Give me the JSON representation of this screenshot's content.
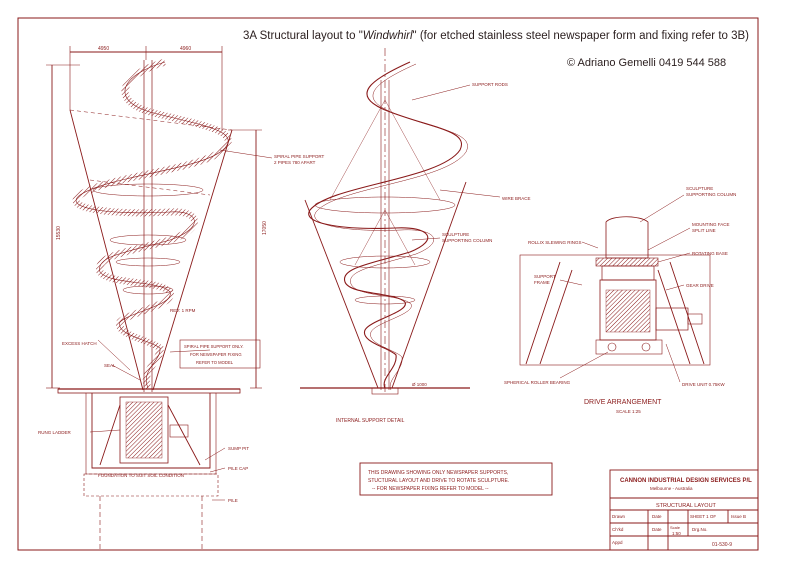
{
  "header": {
    "title_prefix": "3A Structural layout to \"",
    "title_artwork": "Windwhirl",
    "title_suffix": "\" (for etched stainless steel newspaper form and fixing refer to 3B)",
    "copyright": "© Adriano Gemelli 0419 544 588"
  },
  "elevation": {
    "dim_left": "4950",
    "dim_right": "4960",
    "dim_height_left": "15530",
    "dim_height_right": "17050",
    "rev_label": "REV: 1 RPM",
    "labels": {
      "spiral_pipe_1": "SPIRAL PIPE SUPPORT",
      "spiral_pipe_2": "2 PIPES 780 APART",
      "excess_hatch": "EXCESS HATCH",
      "seal": "SEAL",
      "spiral_only_1": "SPIRAL PIPE SUPPORT ONLY.",
      "spiral_only_2": "FOR NEWSPAPER FIXING",
      "spiral_only_3": "REFER TO MODEL",
      "rung_ladder": "RUNG LADDER",
      "sump_pit": "SUMP PIT",
      "foundation": "FOUNDATION TO SUIT SOIL CONDITION",
      "pile_cap": "PILE CAP",
      "pile": "PILE"
    }
  },
  "internal": {
    "support_rods": "SUPPORT RODS",
    "wire_brace": "WIRE BRACE",
    "column_1": "SCULPTURE",
    "column_2": "SUPPORTING COLUMN",
    "base_dim": "Ø 1000",
    "caption": "INTERNAL SUPPORT DETAIL"
  },
  "drive": {
    "column_1": "SCULPTURE",
    "column_2": "SUPPORTING COLUMN",
    "mounting_1": "MOUNTING FACE",
    "mounting_2": "SPLIT LINE",
    "slewing": "ROLLIX SLEWING RINGS",
    "rotating": "ROTATING BASE",
    "support_1": "SUPPORT",
    "support_2": "FRAME",
    "gear": "GEAR DRIVE",
    "roller": "SPHERICAL ROLLER BEARING",
    "drive_unit": "DRIVE UNIT 0.75KW",
    "title": "DRIVE ARRANGEMENT",
    "scale": "SCALE 1:25"
  },
  "note": {
    "line1": "THIS DRAWING SHOWING ONLY NEWSPAPER SUPPORTS,",
    "line2": "STUCTURAL LAYOUT AND DRIVE TO ROTATE SCULPTURE.",
    "line3": "-- FOR NEWSPAPER FIXING REFER TO MODEL --"
  },
  "title_block": {
    "company": "CANNON INDUSTRIAL DESIGN SERVICES P/L",
    "location": "Melbourne - Australia",
    "sheet_title": "STRUCTURAL LAYOUT",
    "drawn": "Drawn",
    "chkd": "Ch'kd",
    "appd": "Appd",
    "date1": "Date",
    "date2": "Date",
    "scale_label": "Scale",
    "scale_value": "1:50",
    "sheet": "SHEET 1 OF",
    "issue": "Issue B",
    "drg_label": "Drg.No.",
    "drg_no": "01-530-9"
  },
  "colors": {
    "ink": "#8a1a1a",
    "paper": "#ffffff"
  }
}
